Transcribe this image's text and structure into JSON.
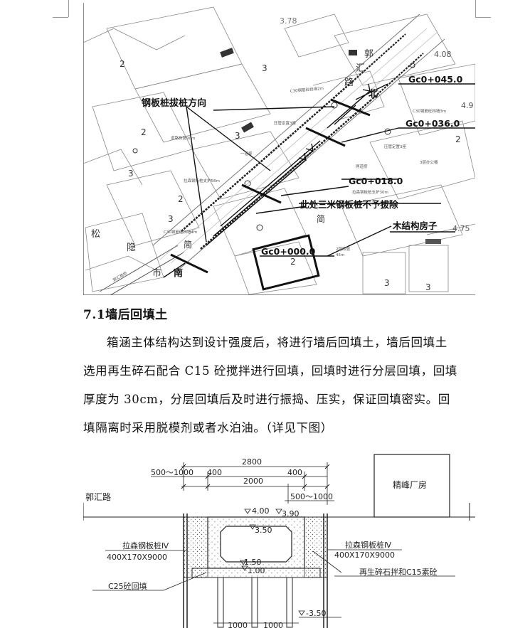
{
  "site_plan": {
    "labels": {
      "pile_direction": "钢板桩拔桩方向",
      "station_45": "Gc0+045.0",
      "north": "北",
      "station_36": "Gc0+036.0",
      "station_18": "Gc0+018.0",
      "no_removal": "此处三米钢板桩不予拔除",
      "wood_house": "木结构房子",
      "station_0": "Gc0+000.0",
      "south": "南"
    },
    "map_text": {
      "elev_378": "3.78",
      "elev_408": "4.08",
      "elev_49": "4.9",
      "elev_475": "4.75",
      "road_guo": "郭",
      "road_hui": "汇",
      "road_lu": "路",
      "char_song": "松",
      "char_yin": "隐",
      "char_jian": "简",
      "char_jian2": "简",
      "char_shi": "市",
      "num_2a": "2",
      "num_3a": "3",
      "num_2b": "2",
      "num_3b": "3",
      "num_2c": "2",
      "num_3c": "3",
      "num_2d": "2",
      "num_3d": "3",
      "num_3e": "3",
      "num_2e": "2",
      "num_3f": "3"
    }
  },
  "section": {
    "heading": "7.1墙后回填土",
    "paragraph_lines": [
      "箱涵主体结构达到设计强度后，将进行墙后回填土，墙后回填土",
      "选用再生碎石配合 C15 砼搅拌进行回填，回填时进行分层回填，回填",
      "厚度为 30cm，分层回填后及时进行振捣、压实，保证回填密实。回",
      "填隔离时采用脱模剂或者水泊油。（详见下图）"
    ]
  },
  "section_drawing": {
    "dim_total": "2800",
    "dim_left_range": "500～1000",
    "dim_left_wall": "400",
    "dim_inner": "2000",
    "dim_right_wall": "400",
    "dim_right_range": "500～1000",
    "road_name": "郭汇路",
    "factory_label": "精峰厂房",
    "elev_top_left": "4.00",
    "elev_top_right": "3.90",
    "elev_inner_top": "3.50",
    "elev_inner_bottom": "1.50",
    "elev_base": "1.00",
    "elev_pile_tip": "-3.50",
    "pile_left_name": "拉森钢板桩Ⅳ",
    "pile_left_spec": "400X170X9000",
    "pile_right_name": "拉森钢板桩Ⅳ",
    "pile_right_spec": "400X170X9000",
    "backfill_label": "再生碎石拌和C15素砼",
    "base_label": "C25砼回填",
    "dim_bottom_1": "1000",
    "dim_bottom_2": "1000"
  },
  "colors": {
    "ink": "#111111",
    "map_line": "#8a8a8a",
    "hatch": "#555555"
  }
}
